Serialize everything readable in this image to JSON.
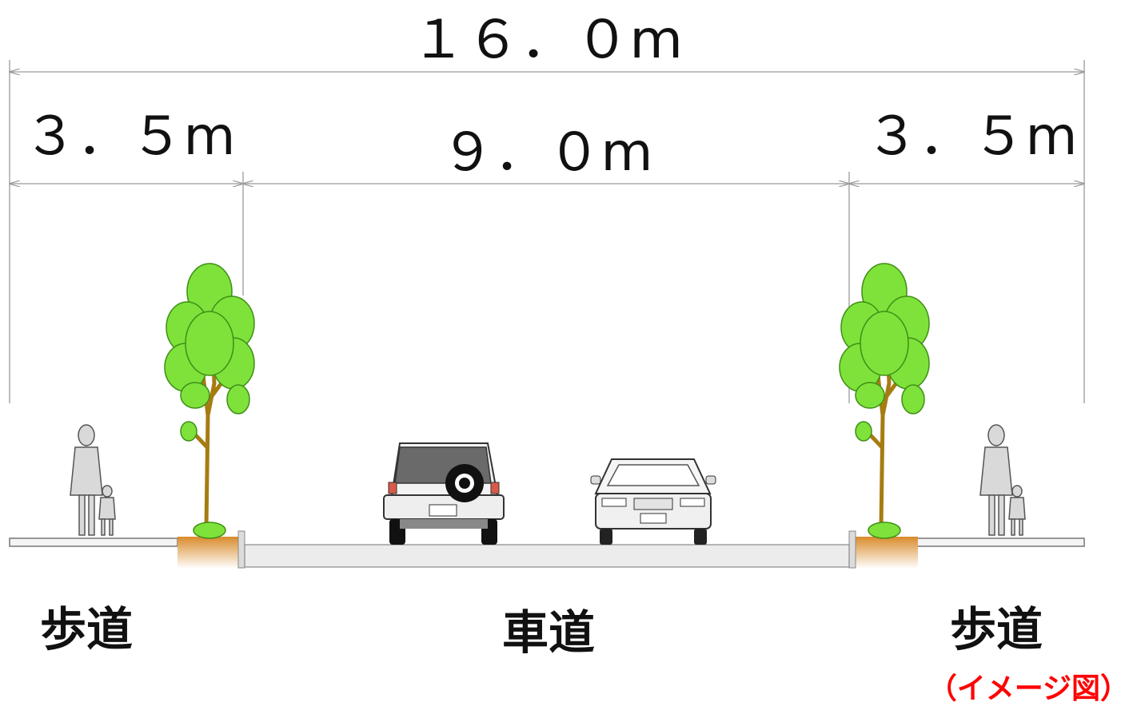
{
  "dimensions": {
    "total": "１６．０m",
    "left_sidewalk": "３．５m",
    "roadway": "９．０m",
    "right_sidewalk": "３．５m"
  },
  "labels": {
    "left_zone": "歩道",
    "center_zone": "車道",
    "right_zone": "歩道",
    "note": "（イメージ図）"
  },
  "colors": {
    "note": "#ff0000",
    "foliage": "#7ee23a",
    "foliage_dark": "#3f8e16",
    "trunk": "#a67c12",
    "planter": "#d98b2b",
    "pavement": "#ececec",
    "dimension_line": "#9a9a9a"
  }
}
